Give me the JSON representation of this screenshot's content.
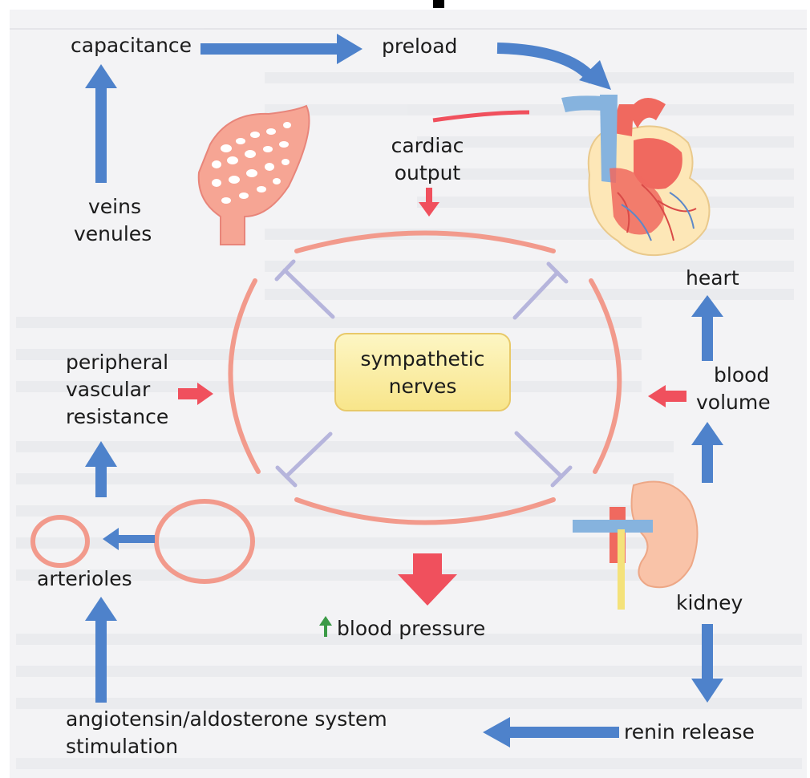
{
  "labels": {
    "capacitance": "capacitance",
    "preload": "preload",
    "cardiac_output_1": "cardiac",
    "cardiac_output_2": "output",
    "veins": "veins",
    "venules": "venules",
    "heart": "heart",
    "peripheral_1": "peripheral",
    "peripheral_2": "vascular",
    "peripheral_3": "resistance",
    "sympathetic_1": "sympathetic",
    "sympathetic_2": "nerves",
    "blood_volume_1": "blood",
    "blood_volume_2": "volume",
    "arterioles": "arterioles",
    "kidney": "kidney",
    "blood_pressure": "blood pressure",
    "angiotensin_1": "angiotensin/aldosterone system",
    "angiotensin_2": "stimulation",
    "renin": "renin release"
  },
  "colors": {
    "flow_arrow": "#4e82cb",
    "effect_arrow": "#f0505d",
    "sympathetic_box": "#fbf0a8",
    "loop": "#f29a8c",
    "background_page": "#f3f3f5"
  }
}
